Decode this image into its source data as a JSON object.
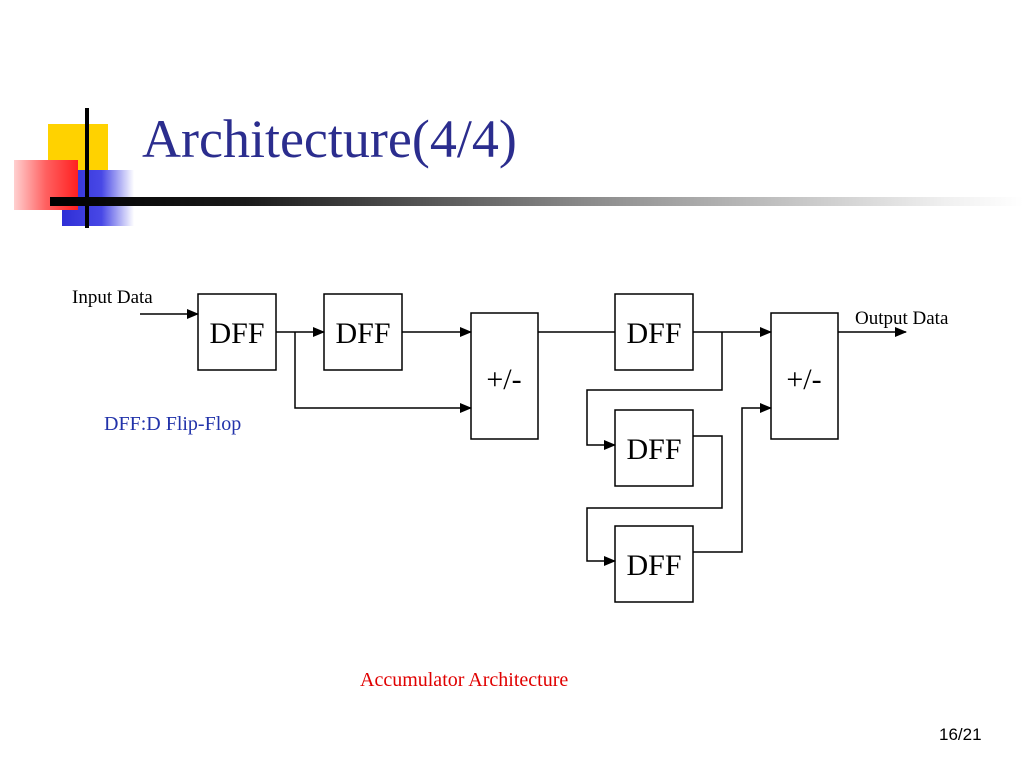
{
  "slide": {
    "title": "Architecture(4/4)",
    "note": "DFF:D Flip-Flop",
    "caption": "Accumulator Architecture",
    "page_number": "16/21"
  },
  "diagram": {
    "input_label": "Input Data",
    "output_label": "Output Data",
    "blocks": {
      "dff1": "DFF",
      "dff2": "DFF",
      "adder1": "+/-",
      "dff3": "DFF",
      "dff4": "DFF",
      "dff5": "DFF",
      "adder2": "+/-"
    }
  },
  "colors": {
    "title": "#2b2d8e",
    "note": "#2233aa",
    "caption": "#e00000",
    "deco_yellow": "#ffd200",
    "deco_blue": "#3333dd",
    "deco_red": "#ff3333"
  }
}
